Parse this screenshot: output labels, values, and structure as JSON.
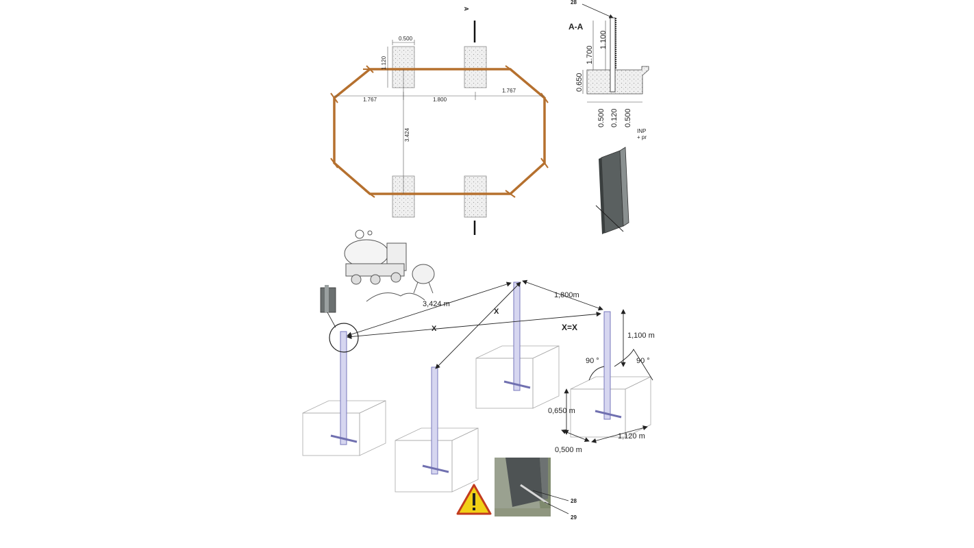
{
  "plan": {
    "dim_block_width": "0.500",
    "dim_block_depth": "1.120",
    "dim_left": "1.767",
    "dim_center": "1.800",
    "dim_right": "1.767",
    "dim_span": "3.424",
    "section_marker": "A"
  },
  "section": {
    "title": "A-A",
    "callout_top": "28",
    "dim_post_height": "1.100",
    "dim_total_height": "1.700",
    "dim_foundation_depth": "0.650",
    "dim_w1": "0.500",
    "dim_w2": "0.120",
    "dim_w3": "0.500",
    "profile_note_1": "INP",
    "profile_note_2": "+ pr"
  },
  "iso": {
    "dim_diagonal": "3,424 m",
    "dim_spacing": "1,800m",
    "label_x1": "X",
    "label_x2": "X",
    "equation": "X=X",
    "dim_post": "1,100 m",
    "angle_1": "90 °",
    "angle_2": "90 °",
    "dim_depth": "0,650 m",
    "dim_length": "1,120 m",
    "dim_width": "0,500 m"
  },
  "photo": {
    "callout_1": "28",
    "callout_2": "29"
  },
  "colors": {
    "fence": "#b5702e",
    "post": "#8888cc",
    "warning": "#f2d016",
    "line": "#333333"
  }
}
